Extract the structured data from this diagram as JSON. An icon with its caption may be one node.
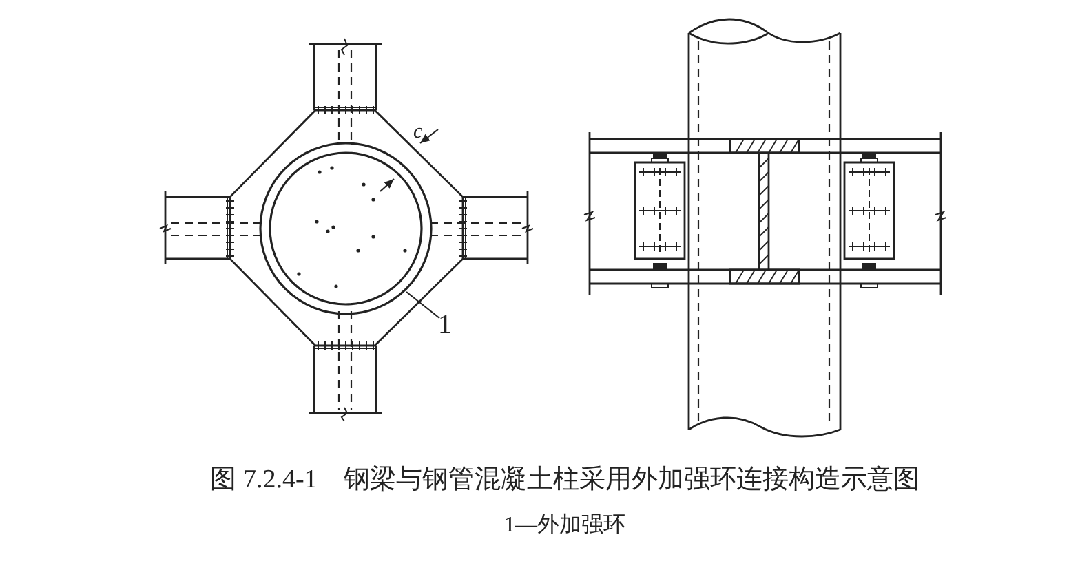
{
  "diagram": {
    "caption": "图 7.2.4-1　钢梁与钢管混凝土柱采用外加强环连接构造示意图",
    "nodes": [
      {
        "text": [
          "1"
        ]
      },
      {
        "text": [],
        "shape": "octagon"
      }
    ],
    "edges": [
      {
        "from": 0,
        "to": 1,
        "arrow": "none"
      }
    ],
    "labels": [
      "c",
      "1—外加强环"
    ]
  }
}
